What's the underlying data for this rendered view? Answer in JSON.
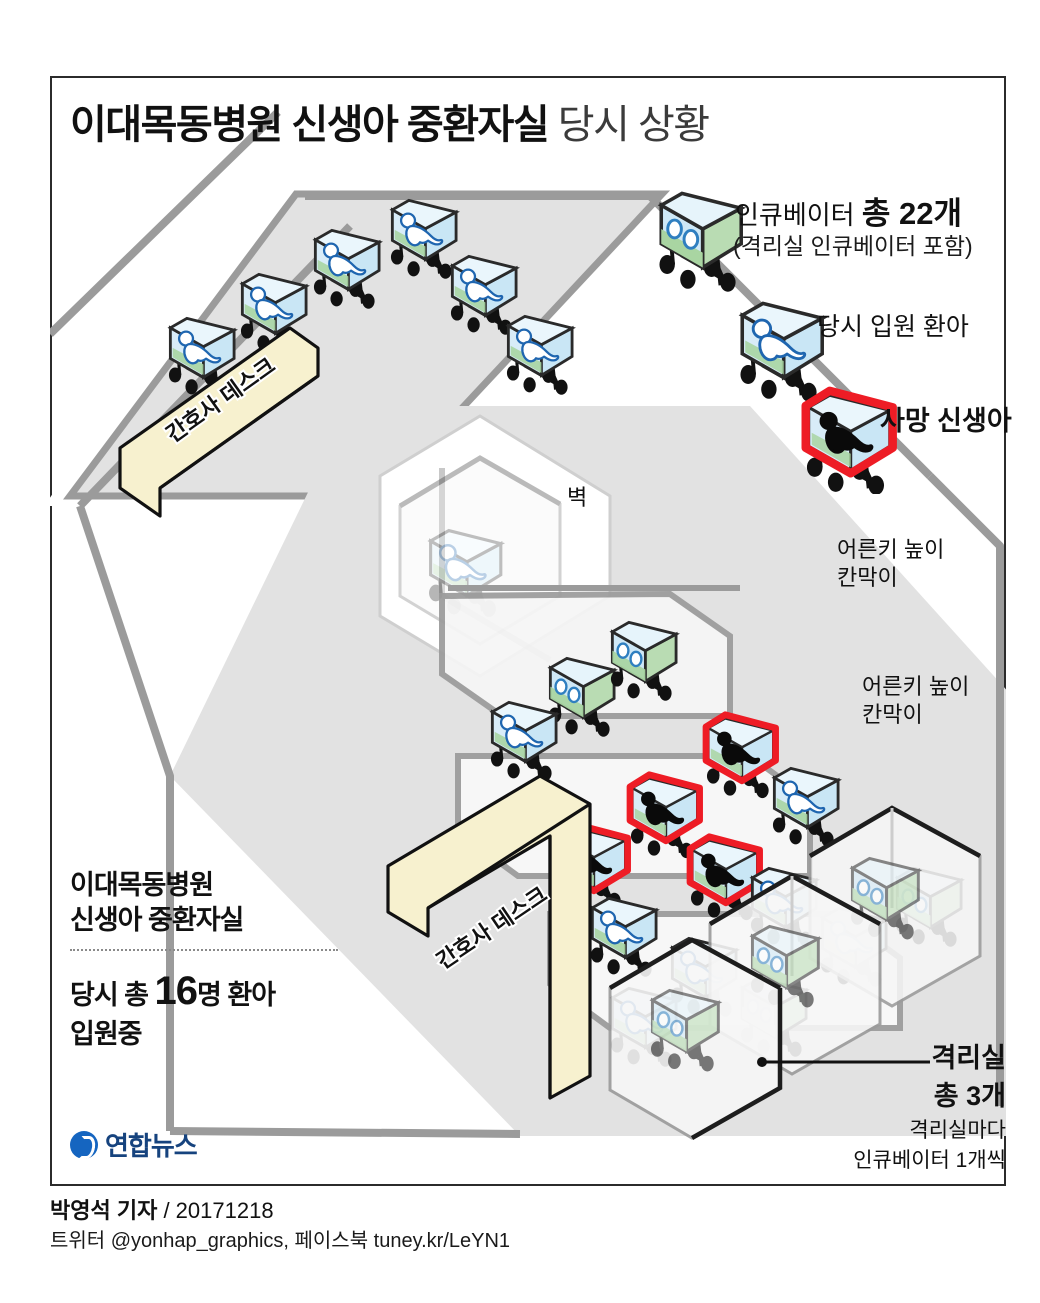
{
  "title": {
    "strong": "이대목동병원 신생아 중환자실",
    "light": "당시 상황"
  },
  "legend": {
    "incubator_total_label": "인큐베이터 ",
    "incubator_total_value": "총 22개",
    "incubator_total_note": "(격리실 인큐베이터 포함)",
    "admitted_label": "당시 입원 환아",
    "deceased_label": "사망 신생아"
  },
  "scene_labels": {
    "wall": "벽",
    "partition_1_line1": "어른키 높이",
    "partition_1_line2": "칸막이",
    "partition_2_line1": "어른키 높이",
    "partition_2_line2": "칸막이",
    "nurse_desk_1": "간호사 데스크",
    "nurse_desk_2": "간호사 데스크"
  },
  "isolation_note": {
    "line1": "격리실",
    "line2": "총 3개",
    "line3": "격리실마다",
    "line4": "인큐베이터 1개씩"
  },
  "info_block": {
    "heading_line1": "이대목동병원",
    "heading_line2": "신생아 중환자실",
    "body_pre": "당시 총 ",
    "body_big": "16",
    "body_post": "명 환아",
    "body_line2": "입원중"
  },
  "brand": {
    "name": "연합뉴스",
    "mark": "yonhap-logo-icon"
  },
  "footer": {
    "reporter": "박영석 기자",
    "separator": " / ",
    "date": "20171218",
    "social": "트위터 @yonhap_graphics, 페이스북 tuney.kr/LeYN1"
  },
  "colors": {
    "floor": "#e1e1e1",
    "floor_light": "#ebebeb",
    "wall": "#9b9b9b",
    "desk": "#f7f1cf",
    "incubator_glass": "#d8ecf8",
    "incubator_mattress": "#a9d5a2",
    "deceased_outline": "#ee1c25",
    "baby_outline": "#1f66b0",
    "brand_blue": "#16437e",
    "frame": "#2b2b2b"
  },
  "chart_data": {
    "type": "diagram",
    "title": "이대목동병원 신생아 중환자실 당시 상황",
    "totals": {
      "incubators_total": 22,
      "isolation_rooms": 3,
      "incubators_per_isolation_room": 1,
      "patients_admitted": 16,
      "deceased_newborns": 4
    },
    "icon_legend": [
      {
        "key": "empty_incubator",
        "label": "인큐베이터",
        "fill": "#d8ecf8"
      },
      {
        "key": "occupied_incubator",
        "label": "당시 입원 환아",
        "baby": "white"
      },
      {
        "key": "deceased_incubator",
        "label": "사망 신생아",
        "outline": "#ee1c25",
        "baby": "black"
      }
    ]
  }
}
